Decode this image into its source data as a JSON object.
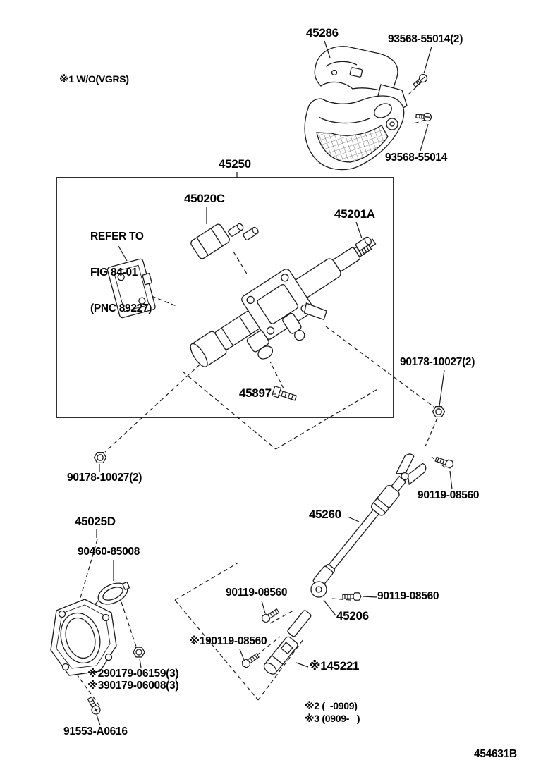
{
  "diagram": {
    "doc_code": "454631B",
    "notes": {
      "note_vgrs": "※1 W/O(VGRS)",
      "note_2": "※2 (  -0909)",
      "note_3": "※3 (0909-   )"
    },
    "refer_note": {
      "line1": "REFER TO",
      "line2": "FIG 84-01",
      "line3": "(PNC 89227)"
    },
    "parts": {
      "cover": "45286",
      "cover_screw_pair": "93568-55014(2)",
      "cover_screw": "93568-55014",
      "column_assy": "45250",
      "tilt_clamp": "45020C",
      "shaft_cap": "45201A",
      "bolt_45897": "45897",
      "nut_right": "90178-10027(2)",
      "nut_left": "90178-10027(2)",
      "bolt_upper": "90119-08560",
      "intermediate_shaft": "45260",
      "hole_cover": "45025D",
      "seal": "90460-85008",
      "bolt_center": "90119-08560",
      "bolt_right": "90119-08560",
      "ujoint": "45206",
      "bolt_lower": "※190119-08560",
      "yoke": "※145221",
      "bolt_variant2": "※290179-06159(3)",
      "bolt_variant3": "※390179-06008(3)",
      "plate_screw": "91553-A0616"
    },
    "colors": {
      "line": "#1a1a1a",
      "text": "#000000",
      "background": "#ffffff"
    }
  }
}
